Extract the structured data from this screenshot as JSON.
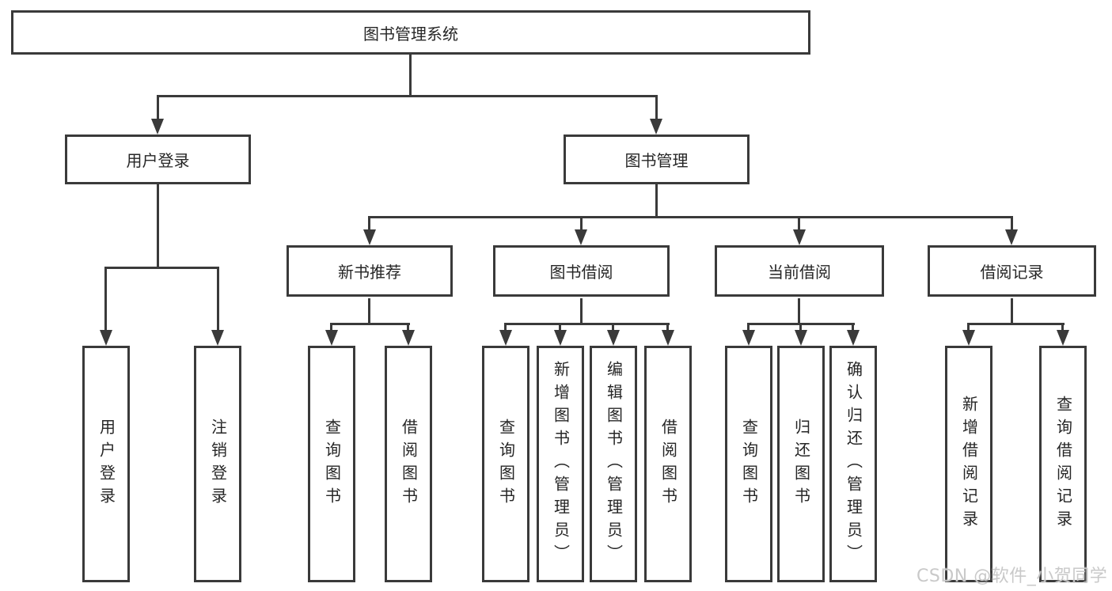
{
  "watermark": "CSDN @软件_小贺同学",
  "colors": {
    "line": "#3a3a3a",
    "box_background": "#ffffff",
    "text": "#262626",
    "watermark": "#c9c9c9",
    "page_background": "#ffffff"
  },
  "tree": {
    "label": "图书管理系统",
    "children": [
      {
        "label": "用户登录",
        "children": [
          {
            "label": "用户登录"
          },
          {
            "label": "注销登录"
          }
        ]
      },
      {
        "label": "图书管理",
        "children": [
          {
            "label": "新书推荐",
            "children": [
              {
                "label": "查询图书"
              },
              {
                "label": "借阅图书"
              }
            ]
          },
          {
            "label": "图书借阅",
            "children": [
              {
                "label": "查询图书"
              },
              {
                "label": "新增图书（管理员）"
              },
              {
                "label": "编辑图书（管理员）"
              },
              {
                "label": "借阅图书"
              }
            ]
          },
          {
            "label": "当前借阅",
            "children": [
              {
                "label": "查询图书"
              },
              {
                "label": "归还图书"
              },
              {
                "label": "确认归还（管理员）"
              }
            ]
          },
          {
            "label": "借阅记录",
            "children": [
              {
                "label": "新增借阅记录"
              },
              {
                "label": "查询借阅记录"
              }
            ]
          }
        ]
      }
    ]
  }
}
